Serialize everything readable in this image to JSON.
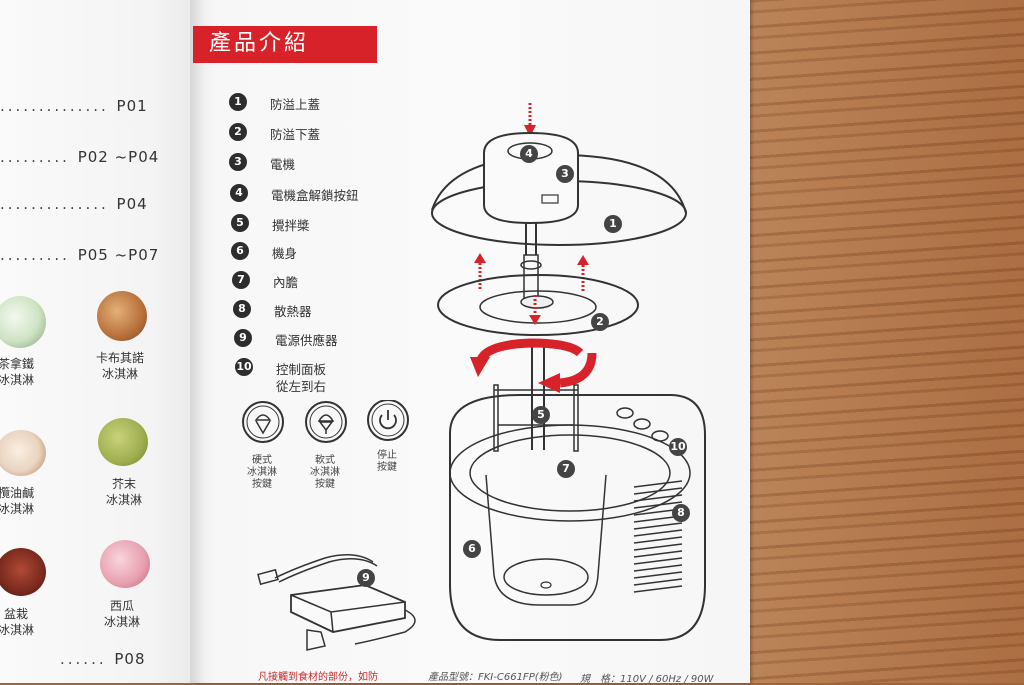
{
  "toc": [
    {
      "page": "P01"
    },
    {
      "page": "P02 ~P04"
    },
    {
      "page": "P04"
    },
    {
      "page": "P05 ~P07"
    },
    {
      "page": "P08"
    }
  ],
  "flavors": [
    {
      "label_l1": "茶拿鐵",
      "label_l2": "冰淇淋",
      "color": "#cfe3c4"
    },
    {
      "label_l1": "卡布其諾",
      "label_l2": "冰淇淋",
      "color": "#b8703a"
    },
    {
      "label_l1": "欖油鹹",
      "label_l2": "冰淇淋",
      "color": "#e9d4c0"
    },
    {
      "label_l1": "芥末",
      "label_l2": "冰淇淋",
      "color": "#9fae4f"
    },
    {
      "label_l1": "盆栽",
      "label_l2": "冰淇淋",
      "color": "#7a2a1e"
    },
    {
      "label_l1": "西瓜",
      "label_l2": "冰淇淋",
      "color": "#e79fae"
    }
  ],
  "section_title": "產品介紹",
  "parts": [
    {
      "num": "1",
      "label": "防溢上蓋"
    },
    {
      "num": "2",
      "label": "防溢下蓋"
    },
    {
      "num": "3",
      "label": "電機"
    },
    {
      "num": "4",
      "label": "電機盒解鎖按鈕"
    },
    {
      "num": "5",
      "label": "攪拌槳"
    },
    {
      "num": "6",
      "label": "機身"
    },
    {
      "num": "7",
      "label": "內膽"
    },
    {
      "num": "8",
      "label": "散熱器"
    },
    {
      "num": "9",
      "label": "電源供應器"
    },
    {
      "num": "10",
      "label": "控制面板",
      "sub": "從左到右"
    }
  ],
  "buttons": [
    {
      "l1": "硬式",
      "l2": "冰淇淋",
      "l3": "按鍵",
      "icon": "hard-ice-cream-icon"
    },
    {
      "l1": "軟式",
      "l2": "冰淇淋",
      "l3": "按鍵",
      "icon": "soft-ice-cream-icon"
    },
    {
      "l1": "停止",
      "l2": "按鍵",
      "l3": "",
      "icon": "power-icon"
    }
  ],
  "diagram_callouts": [
    "1",
    "2",
    "3",
    "4",
    "5",
    "6",
    "7",
    "8",
    "9",
    "10"
  ],
  "footer": {
    "warning": "凡接觸到食材的部份，如防",
    "model_label": "產品型號：FKI-C661FP(粉色)",
    "spec_label": "規　格：110V / 60Hz / 90W"
  },
  "colors": {
    "accent": "#d8222a",
    "ink": "#2d2d2d"
  }
}
